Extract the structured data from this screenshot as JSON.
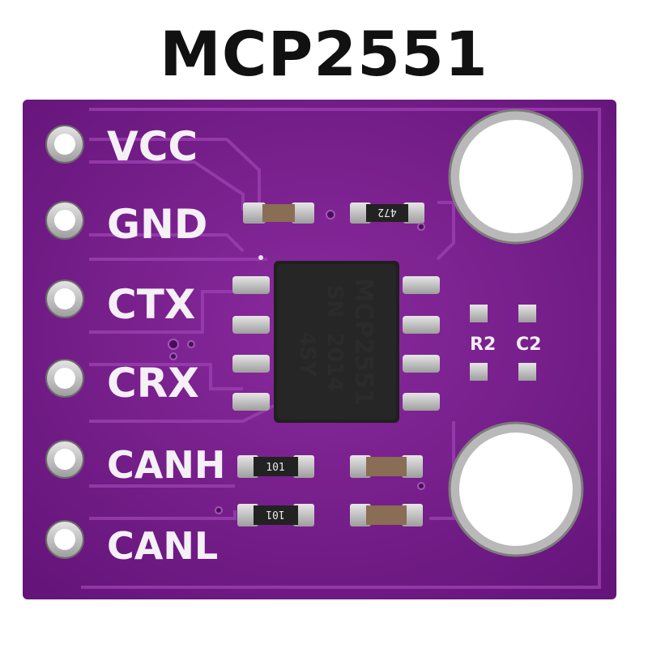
{
  "title": "MCP2551",
  "pins": [
    "VCC",
    "GND",
    "CTX",
    "CRX",
    "CANH",
    "CANL"
  ],
  "chip_marking": {
    "line1": "MCP2551",
    "line2": "SN",
    "line3": "2014",
    "line4": "4SY"
  },
  "silkscreen": {
    "r2": "R2",
    "c2": "C2"
  },
  "resistor_codes": {
    "top": "472",
    "canh": "101",
    "canl": "101"
  },
  "colors": {
    "board": "#7a1e8e",
    "pad": "#c9c9c9",
    "chip": "#1f1f1f"
  }
}
